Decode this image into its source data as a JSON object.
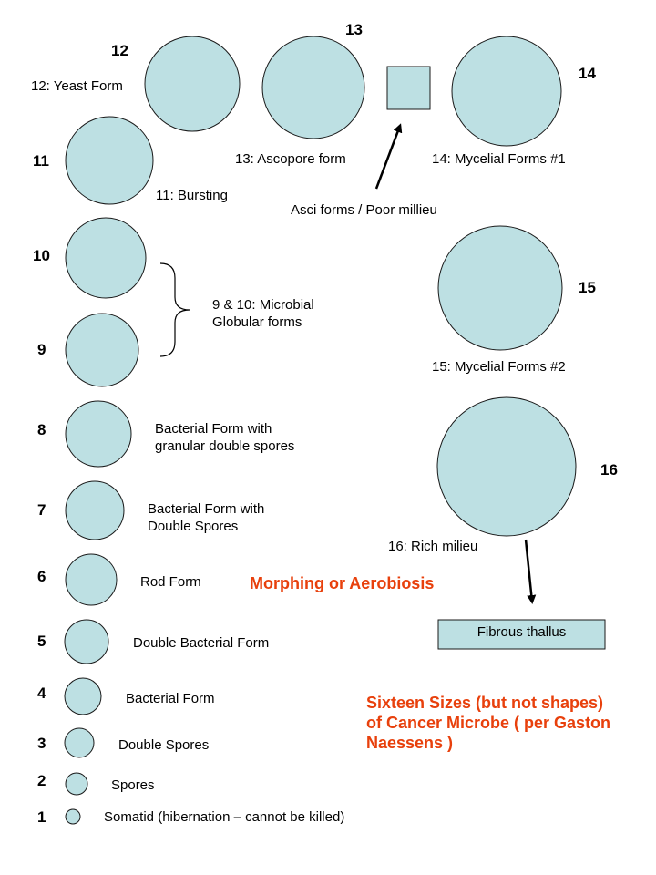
{
  "colors": {
    "fill": "#bde0e3",
    "stroke": "#1a1a1a",
    "title": "#e8400c"
  },
  "stages": [
    {
      "n": "1",
      "label": "Somatid (hibernation – cannot be killed)"
    },
    {
      "n": "2",
      "label": "Spores"
    },
    {
      "n": "3",
      "label": "Double Spores"
    },
    {
      "n": "4",
      "label": "Bacterial Form"
    },
    {
      "n": "5",
      "label": "Double Bacterial Form"
    },
    {
      "n": "6",
      "label": "Rod Form"
    },
    {
      "n": "7",
      "label": "Bacterial Form with\nDouble Spores"
    },
    {
      "n": "8",
      "label": "Bacterial Form with\ngranular double spores"
    },
    {
      "n": "9",
      "label": ""
    },
    {
      "n": "10",
      "label": ""
    },
    {
      "n": "11",
      "label": "11: Bursting"
    },
    {
      "n": "12",
      "label": "12: Yeast Form"
    },
    {
      "n": "13",
      "label": "13: Ascopore form"
    },
    {
      "n": "14",
      "label": "14: Mycelial Forms #1"
    },
    {
      "n": "15",
      "label": "15: Mycelial Forms #2"
    },
    {
      "n": "16",
      "label": "16: Rich milieu"
    }
  ],
  "labels": {
    "microbial": "9 & 10: Microbial\nGlobular forms",
    "asci": "Asci forms / Poor millieu",
    "fibrous": "Fibrous thallus",
    "morphing": "Morphing or Aerobiosis",
    "title": "Sixteen Sizes (but not shapes)\nof Cancer Microbe ( per Gaston\nNaessens )"
  }
}
